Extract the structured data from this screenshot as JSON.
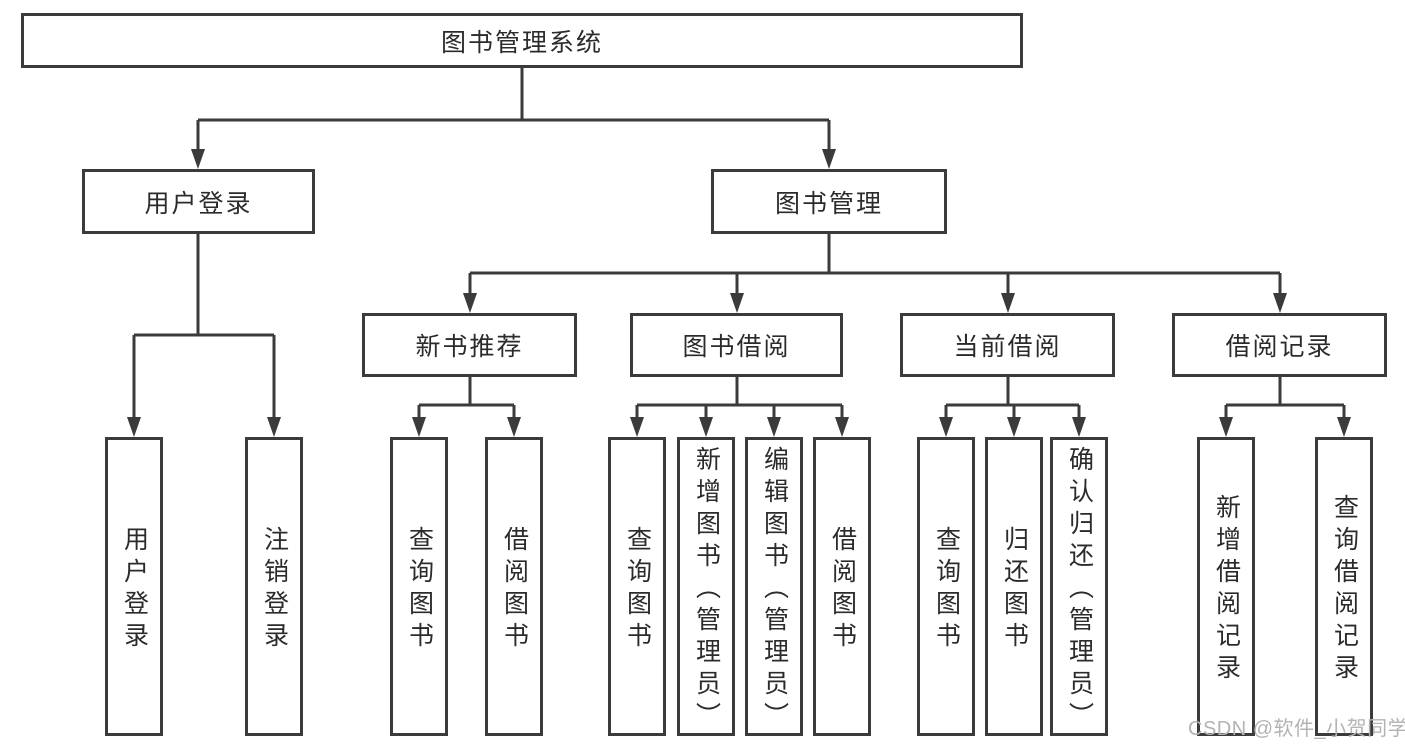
{
  "tree": {
    "root": {
      "label": "图书管理系统"
    },
    "branches": [
      {
        "label": "用户登录",
        "children": [
          {
            "label": "用户登录"
          },
          {
            "label": "注销登录"
          }
        ]
      },
      {
        "label": "图书管理",
        "children": [
          {
            "label": "新书推荐",
            "children": [
              {
                "label": "查询图书"
              },
              {
                "label": "借阅图书"
              }
            ]
          },
          {
            "label": "图书借阅",
            "children": [
              {
                "label": "查询图书"
              },
              {
                "label": "新增图书（管理员）"
              },
              {
                "label": "编辑图书（管理员）"
              },
              {
                "label": "借阅图书"
              }
            ]
          },
          {
            "label": "当前借阅",
            "children": [
              {
                "label": "查询图书"
              },
              {
                "label": "归还图书"
              },
              {
                "label": "确认归还（管理员）"
              }
            ]
          },
          {
            "label": "借阅记录",
            "children": [
              {
                "label": "新增借阅记录"
              },
              {
                "label": "查询借阅记录"
              }
            ]
          }
        ]
      }
    ]
  },
  "watermark": "CSDN @软件_小贺同学",
  "colors": {
    "line": "#3b3b3b",
    "text": "#2b2b2b",
    "watermark": "#b3b3b3",
    "background": "#ffffff"
  }
}
